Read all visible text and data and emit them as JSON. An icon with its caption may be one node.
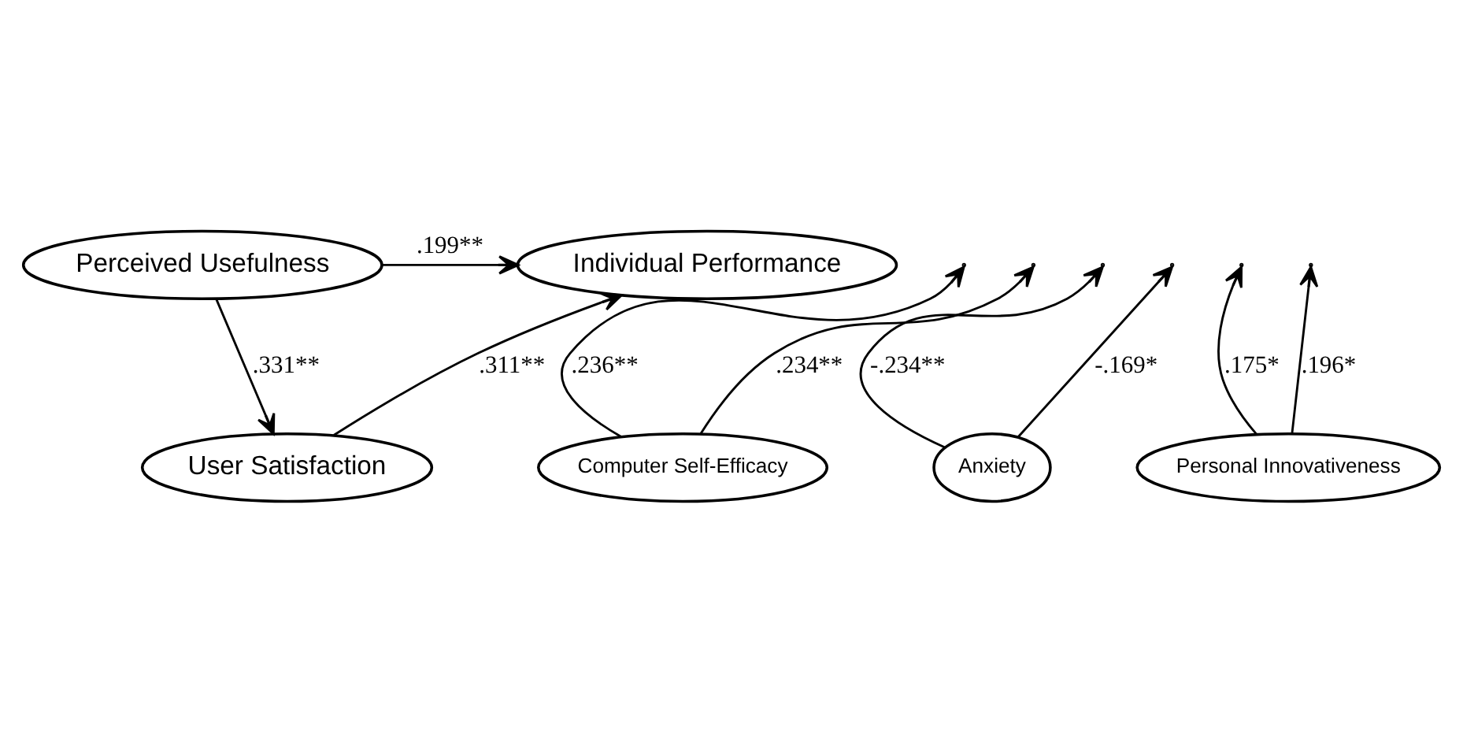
{
  "diagram": {
    "nodes": [
      {
        "text": [
          "Perceived Usefulness"
        ]
      },
      {
        "text": [
          "Individual Performance"
        ]
      },
      {
        "text": [
          "User Satisfaction"
        ]
      },
      {
        "text": [
          "Computer Self-Efficacy"
        ]
      },
      {
        "text": [
          "Anxiety"
        ]
      },
      {
        "text": [
          "Personal Innovativeness"
        ]
      }
    ],
    "edges": [
      {
        "from": 0,
        "to": 1,
        "arrow": "to",
        "label": ".199**"
      },
      {
        "from": 0,
        "to": 2,
        "arrow": "to",
        "label": ".331**"
      },
      {
        "from": 2,
        "to": 1,
        "arrow": "to",
        "label": ".311**"
      },
      {
        "from": 3,
        "to": null,
        "arrow": "to",
        "label": ".236**"
      },
      {
        "from": 4,
        "to": null,
        "arrow": "to",
        "label": "-.234**"
      },
      {
        "from": 5,
        "to": null,
        "arrow": "to",
        "label": ".175*"
      },
      {
        "from": 3,
        "to": null,
        "arrow": "to",
        "label": ".234**"
      },
      {
        "from": 4,
        "to": null,
        "arrow": "to",
        "label": "-.169*"
      },
      {
        "from": 5,
        "to": null,
        "arrow": "to",
        "label": ".196*"
      }
    ]
  }
}
